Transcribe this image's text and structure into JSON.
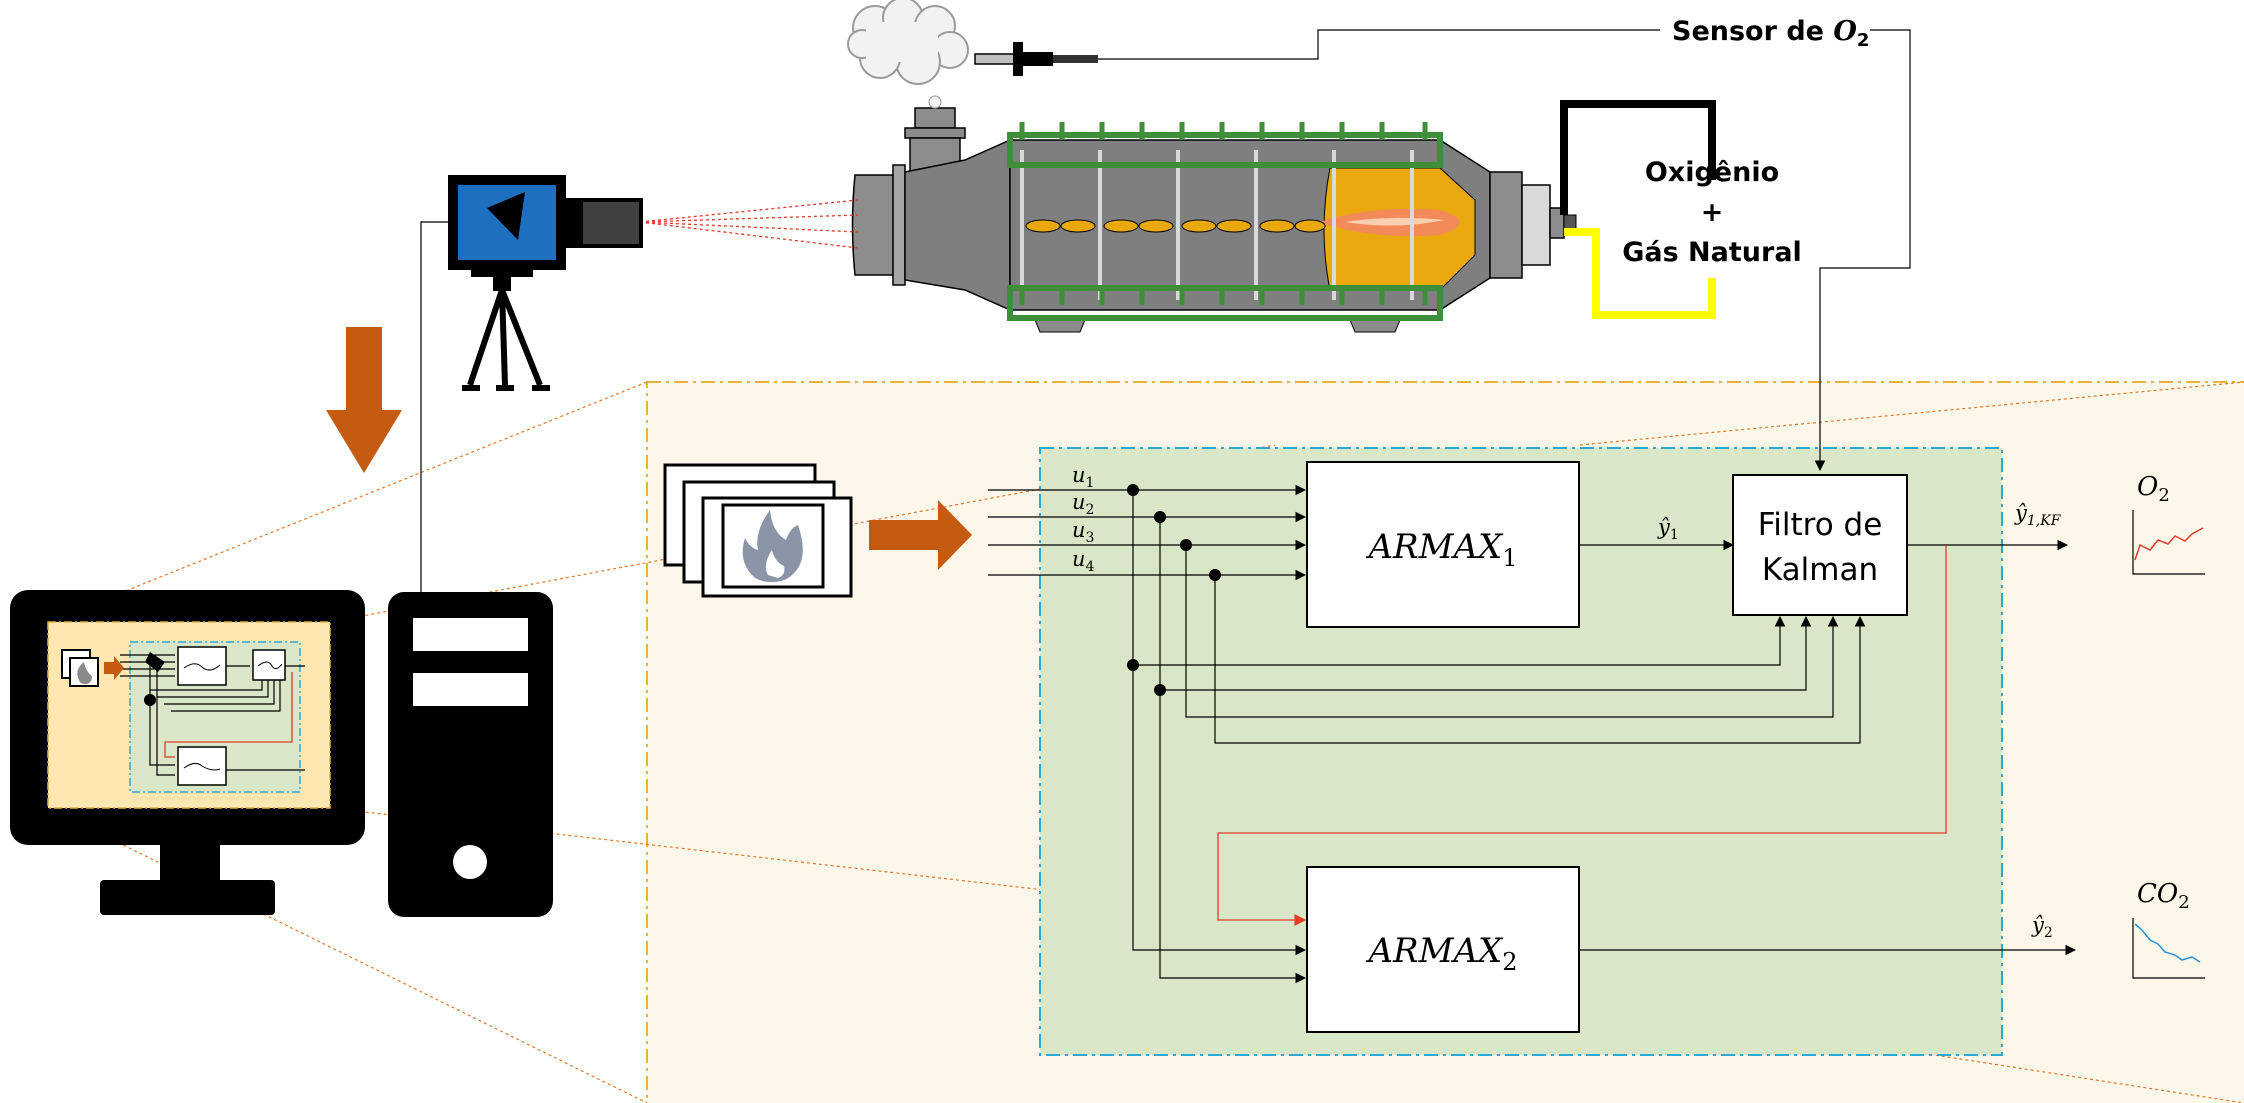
{
  "sensor_label": {
    "text": "Sensor de ",
    "sub_var": "O",
    "sub_idx": "2"
  },
  "fuel_box": {
    "line1": "Oxigênio",
    "line2": "+",
    "line3": "Gás Natural"
  },
  "blocks": {
    "armax1": {
      "name": "ARMAX",
      "idx": "1"
    },
    "armax2": {
      "name": "ARMAX",
      "idx": "2"
    },
    "kalman": {
      "line1": "Filtro de",
      "line2": "Kalman"
    }
  },
  "inputs": [
    {
      "var": "u",
      "idx": "1"
    },
    {
      "var": "u",
      "idx": "2"
    },
    {
      "var": "u",
      "idx": "3"
    },
    {
      "var": "u",
      "idx": "4"
    }
  ],
  "signals": {
    "y1": {
      "var": "ŷ",
      "idx": "1"
    },
    "y1kf": {
      "var": "ŷ",
      "idx": "1,KF"
    },
    "y2": {
      "var": "ŷ",
      "idx": "2"
    }
  },
  "outputs": {
    "o2": {
      "var": "O",
      "idx": "2"
    },
    "co2": {
      "var": "CO",
      "idx": "2"
    }
  },
  "colors": {
    "outer_panel": "#fdf7ea",
    "outer_border": "#e6b43a",
    "inner_panel": "#d9e7c8",
    "inner_border": "#2aa8d8",
    "arrow_orange": "#c55a11",
    "kiln_gray": "#7f7f7f",
    "kiln_green": "#3f8f3a",
    "flame_yellow": "#e9a90e",
    "camera_blue": "#1f6fc1",
    "feedback_red": "#e23b2a",
    "o2_trend": "#e23b2a",
    "co2_trend": "#2b8fd8",
    "gas_line": "#ffff00"
  }
}
